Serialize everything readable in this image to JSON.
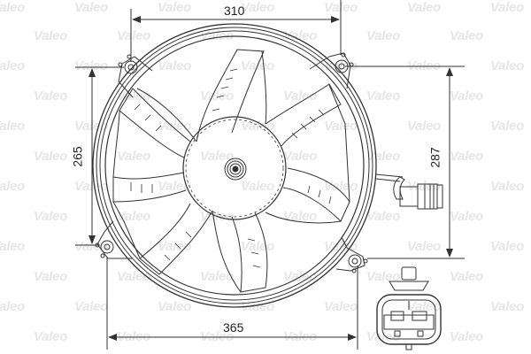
{
  "drawing": {
    "subject": "Radiator cooling fan assembly",
    "watermark_text": "Valeo",
    "line_color": "#333333",
    "watermark_color": "#e6e6e6",
    "dimensions": {
      "top_width": {
        "label": "310",
        "orientation": "horizontal"
      },
      "bottom_width": {
        "label": "365",
        "orientation": "horizontal"
      },
      "left_height": {
        "label": "265",
        "orientation": "vertical"
      },
      "right_height": {
        "label": "287",
        "orientation": "vertical"
      }
    },
    "parts": {
      "fan_blades": 7,
      "mounting_lugs": 4,
      "connector": "electrical plug (side and front view)"
    }
  }
}
